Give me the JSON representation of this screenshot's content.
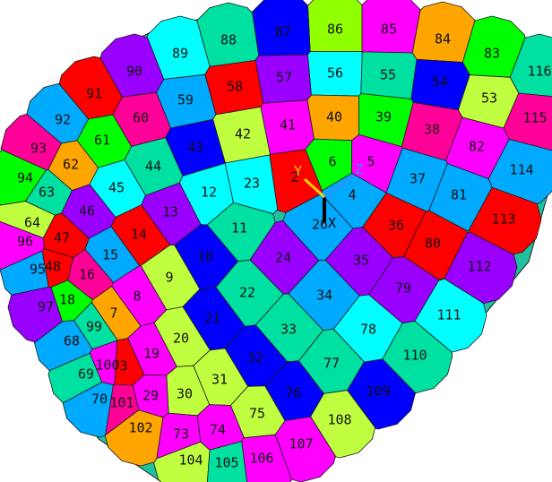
{
  "viewport": {
    "background": "#ffffff",
    "palette": [
      "#00ffff",
      "#00e0a0",
      "#0000ff",
      "#90ff00",
      "#ff00ff",
      "#ff0000",
      "#00ff00",
      "#ffa500",
      "#9900ff",
      "#ff0099",
      "#00aaff",
      "#c0ff40"
    ]
  },
  "elements": [
    {
      "id": "86",
      "color": "#90ff00"
    },
    {
      "id": "85",
      "color": "#ff00ff"
    },
    {
      "id": "84",
      "color": "#ffa500"
    },
    {
      "id": "83",
      "color": "#00ff00"
    },
    {
      "id": "116",
      "color": "#00e0a0"
    },
    {
      "id": "87",
      "color": "#0000ff"
    },
    {
      "id": "88",
      "color": "#00e0a0"
    },
    {
      "id": "89",
      "color": "#00ffff"
    },
    {
      "id": "90",
      "color": "#9900ff"
    },
    {
      "id": "91",
      "color": "#ff0000"
    },
    {
      "id": "92",
      "color": "#00aaff"
    },
    {
      "id": "93",
      "color": "#ff0099"
    },
    {
      "id": "94",
      "color": "#00ff00"
    },
    {
      "id": "56",
      "color": "#00ffff"
    },
    {
      "id": "55",
      "color": "#00e0a0"
    },
    {
      "id": "54",
      "color": "#0000ff"
    },
    {
      "id": "53",
      "color": "#c0ff40"
    },
    {
      "id": "115",
      "color": "#ff0099"
    },
    {
      "id": "57",
      "color": "#9900ff"
    },
    {
      "id": "58",
      "color": "#ff0000"
    },
    {
      "id": "59",
      "color": "#00aaff"
    },
    {
      "id": "60",
      "color": "#ff0099"
    },
    {
      "id": "61",
      "color": "#00ff00"
    },
    {
      "id": "62",
      "color": "#ffa500"
    },
    {
      "id": "63",
      "color": "#00e0a0"
    },
    {
      "id": "64",
      "color": "#c0ff40"
    },
    {
      "id": "40",
      "color": "#ffa500"
    },
    {
      "id": "39",
      "color": "#00ff00"
    },
    {
      "id": "38",
      "color": "#ff0099"
    },
    {
      "id": "82",
      "color": "#ff00ff"
    },
    {
      "id": "114",
      "color": "#00aaff"
    },
    {
      "id": "41",
      "color": "#ff00ff"
    },
    {
      "id": "42",
      "color": "#c0ff40"
    },
    {
      "id": "43",
      "color": "#0000ff"
    },
    {
      "id": "44",
      "color": "#00e0a0"
    },
    {
      "id": "45",
      "color": "#00ffff"
    },
    {
      "id": "46",
      "color": "#9900ff"
    },
    {
      "id": "47",
      "color": "#ff0000"
    },
    {
      "id": "96",
      "color": "#ff00ff"
    },
    {
      "id": "6",
      "color": "#00ff00"
    },
    {
      "id": "5",
      "color": "#ff00ff"
    },
    {
      "id": "37",
      "color": "#00aaff"
    },
    {
      "id": "81",
      "color": "#00aaff"
    },
    {
      "id": "113",
      "color": "#ff0000"
    },
    {
      "id": "2",
      "color": "#ff0000"
    },
    {
      "id": "23",
      "color": "#00ffff"
    },
    {
      "id": "12",
      "color": "#00ffff"
    },
    {
      "id": "13",
      "color": "#9900ff"
    },
    {
      "id": "14",
      "color": "#ff0000"
    },
    {
      "id": "15",
      "color": "#00aaff"
    },
    {
      "id": "16",
      "color": "#ff0099"
    },
    {
      "id": "48",
      "color": "#ff0000"
    },
    {
      "id": "95",
      "color": "#00aaff"
    },
    {
      "id": "4",
      "color": "#00aaff"
    },
    {
      "id": "36",
      "color": "#ff0000"
    },
    {
      "id": "80",
      "color": "#ff0000"
    },
    {
      "id": "112",
      "color": "#9900ff"
    },
    {
      "id": "11",
      "color": "#00e0a0"
    },
    {
      "id": "26",
      "color": "#00aaff"
    },
    {
      "id": "24",
      "color": "#9900ff"
    },
    {
      "id": "35",
      "color": "#9900ff"
    },
    {
      "id": "79",
      "color": "#9900ff"
    },
    {
      "id": "111",
      "color": "#00ffff"
    },
    {
      "id": "10",
      "color": "#0000ff"
    },
    {
      "id": "9",
      "color": "#c0ff40"
    },
    {
      "id": "8",
      "color": "#ff00ff"
    },
    {
      "id": "7",
      "color": "#ffa500"
    },
    {
      "id": "18",
      "color": "#00ff00"
    },
    {
      "id": "97",
      "color": "#9900ff"
    },
    {
      "id": "22",
      "color": "#00e0a0"
    },
    {
      "id": "34",
      "color": "#00aaff"
    },
    {
      "id": "78",
      "color": "#00ffff"
    },
    {
      "id": "110",
      "color": "#00e0a0"
    },
    {
      "id": "21",
      "color": "#0000ff"
    },
    {
      "id": "20",
      "color": "#c0ff40"
    },
    {
      "id": "19",
      "color": "#ff00ff"
    },
    {
      "id": "99",
      "color": "#00e0a0"
    },
    {
      "id": "68",
      "color": "#00aaff"
    },
    {
      "id": "33",
      "color": "#00e0a0"
    },
    {
      "id": "77",
      "color": "#00e0a0"
    },
    {
      "id": "109",
      "color": "#0000ff"
    },
    {
      "id": "32",
      "color": "#0000ff"
    },
    {
      "id": "31",
      "color": "#c0ff40"
    },
    {
      "id": "30",
      "color": "#c0ff40"
    },
    {
      "id": "3",
      "color": "#ff0000"
    },
    {
      "id": "100",
      "color": "#ff00ff"
    },
    {
      "id": "69",
      "color": "#00e0a0"
    },
    {
      "id": "76",
      "color": "#0000ff"
    },
    {
      "id": "75",
      "color": "#c0ff40"
    },
    {
      "id": "29",
      "color": "#ff00ff"
    },
    {
      "id": "101",
      "color": "#ff0099"
    },
    {
      "id": "70",
      "color": "#00aaff"
    },
    {
      "id": "108",
      "color": "#c0ff40"
    },
    {
      "id": "74",
      "color": "#ff00ff"
    },
    {
      "id": "73",
      "color": "#ff00ff"
    },
    {
      "id": "102",
      "color": "#ffa500"
    },
    {
      "id": "107",
      "color": "#ff00ff"
    },
    {
      "id": "106",
      "color": "#ff00ff"
    },
    {
      "id": "105",
      "color": "#00e0a0"
    },
    {
      "id": "104",
      "color": "#c0ff40"
    }
  ],
  "axes": {
    "x": {
      "label": "X",
      "color": "#000000"
    },
    "y": {
      "label": "Y",
      "color": "#ffd000"
    },
    "z": {
      "label": "Z",
      "color": "#4488ff"
    }
  }
}
